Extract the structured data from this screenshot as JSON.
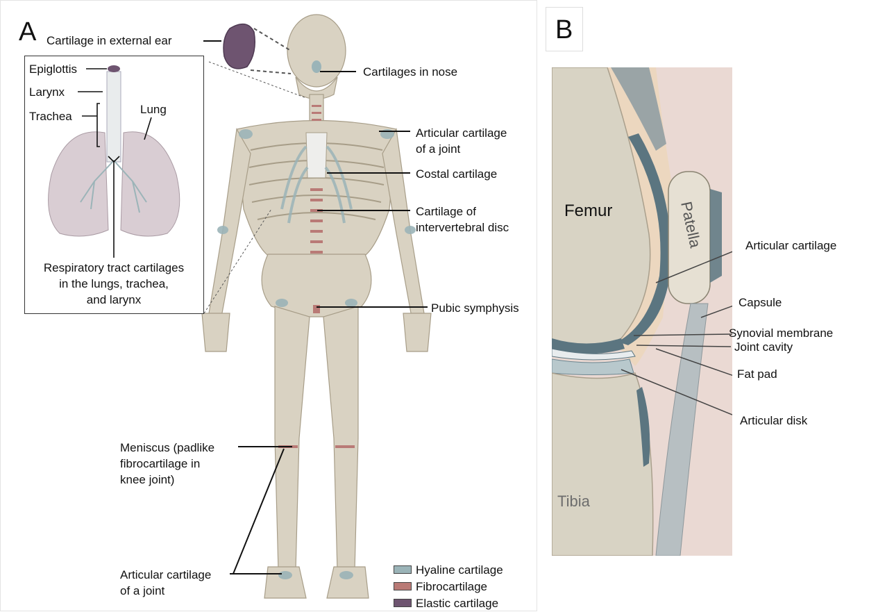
{
  "panel_a": {
    "letter": "A",
    "labels": {
      "external_ear": "Cartilage in external ear",
      "nose": "Cartilages in nose",
      "articular_joint_upper_l1": "Articular cartilage",
      "articular_joint_upper_l2": "of a joint",
      "costal": "Costal cartilage",
      "intervertebral_l1": "Cartilage of",
      "intervertebral_l2": "intervertebral disc",
      "pubic": "Pubic symphysis",
      "meniscus_l1": "Meniscus (padlike",
      "meniscus_l2": "fibrocartilage in",
      "meniscus_l3": "knee joint)",
      "articular_joint_lower_l1": "Articular cartilage",
      "articular_joint_lower_l2": "of a joint"
    },
    "inset": {
      "epiglottis": "Epiglottis",
      "larynx": "Larynx",
      "trachea": "Trachea",
      "lung": "Lung",
      "caption_l1": "Respiratory tract cartilages",
      "caption_l2": "in the lungs, trachea,",
      "caption_l3": "and larynx"
    },
    "legend": [
      {
        "label": "Hyaline cartilage",
        "color": "#9bb4b8"
      },
      {
        "label": "Fibrocartilage",
        "color": "#b97a76"
      },
      {
        "label": "Elastic cartilage",
        "color": "#6e5470"
      }
    ]
  },
  "panel_b": {
    "letter": "B",
    "bones": {
      "femur": "Femur",
      "patella": "Patella",
      "tibia": "Tibia"
    },
    "labels": {
      "articular_cartilage": "Articular cartilage",
      "capsule": "Capsule",
      "synovial_membrane": "Synovial membrane",
      "joint_cavity": "Joint cavity",
      "fat_pad": "Fat pad",
      "articular_disk": "Articular disk"
    }
  },
  "colors": {
    "bone": "#d9d2c2",
    "bone_shadow": "#b7ad99",
    "hyaline": "#9bb4b8",
    "fibro": "#b97a76",
    "elastic": "#6e5470",
    "lung": "#d9cdd3",
    "knee_cartilage": "#5b7580",
    "fat": "#ecd7bf",
    "skin": "#ead9d3"
  }
}
